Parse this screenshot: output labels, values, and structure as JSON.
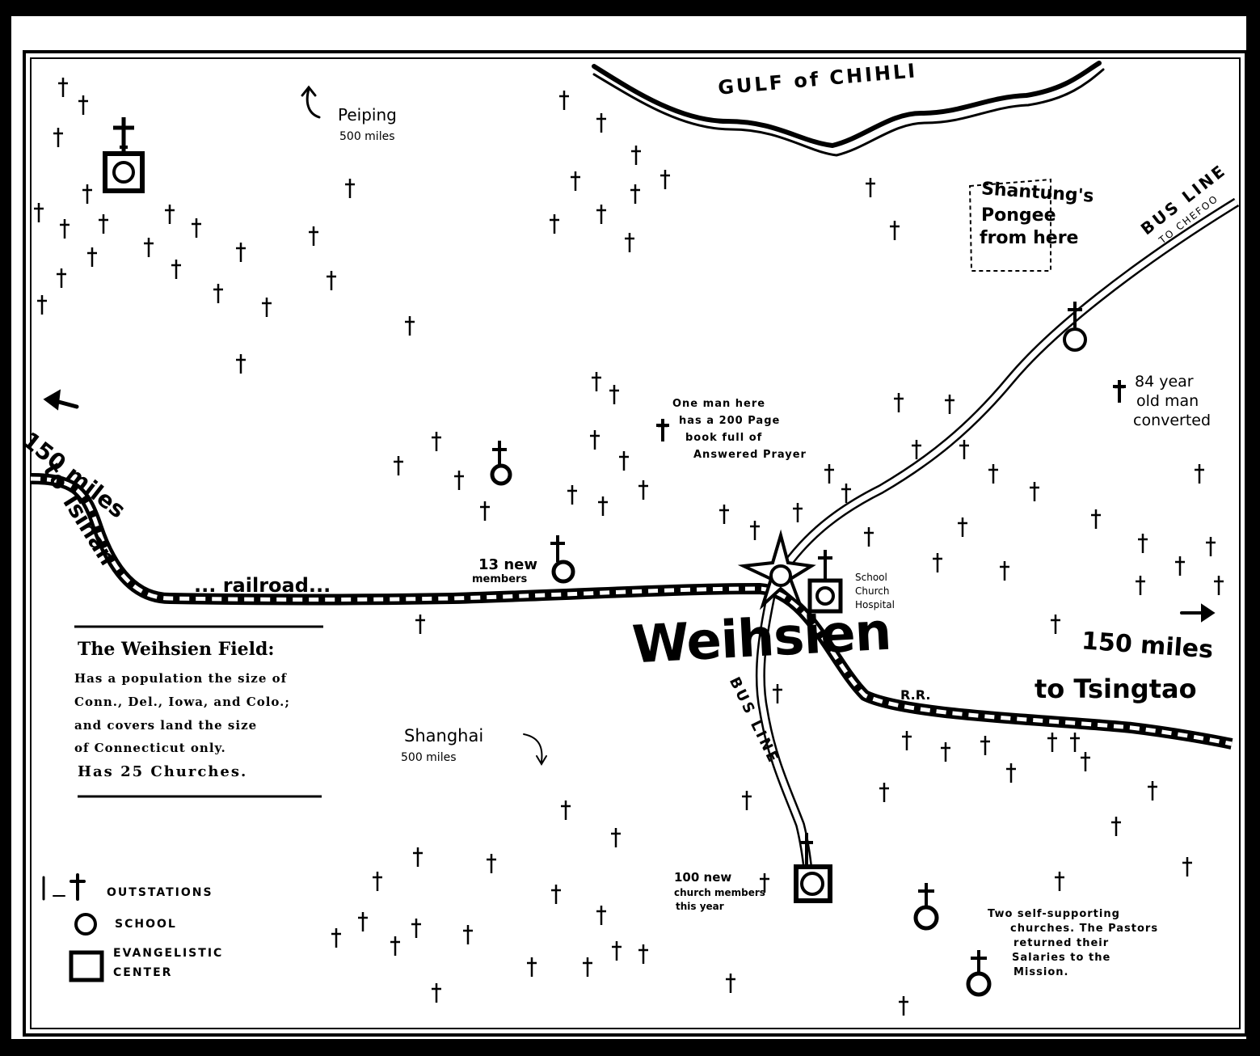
{
  "sea": "GULF of CHIHLI",
  "city": "Weihsien",
  "labels": {
    "peiping_name": "Peiping",
    "peiping_dist": "500 miles",
    "tsinan_miles": "150 miles",
    "tsinan_to": "to Tsinan",
    "railroad": "... railroad...",
    "tsingtao_miles": "150 miles",
    "tsingtao_to": "to Tsingtao",
    "rr": "R.R.",
    "bus_line": "BUS LINE",
    "bus_line_to": "TO CHEFOO",
    "bus_line_south": "BUS LINE",
    "shanghai_name": "Shanghai",
    "shanghai_dist": "500 miles",
    "pongee_1": "Shantung's",
    "pongee_2": "Pongee",
    "pongee_3": "from here",
    "old_man_1": "84 year",
    "old_man_2": "old man",
    "old_man_3": "converted",
    "prayer_1": "One man here",
    "prayer_2": "has a 200 Page",
    "prayer_3": "book full of",
    "prayer_4": "Answered Prayer",
    "new13_1": "13 new",
    "new13_2": "members",
    "school_1": "School",
    "school_2": "Church",
    "school_3": "Hospital",
    "new100_1": "100 new",
    "new100_2": "church members",
    "new100_3": "this year",
    "two_1": "Two self-supporting",
    "two_2": "churches. The Pastors",
    "two_3": "returned their",
    "two_4": "Salaries to the",
    "two_5": "Mission."
  },
  "field_box": {
    "title": "The Weihsien Field:",
    "line1": "Has a population the size of",
    "line2": "Conn., Del., Iowa, and Colo.;",
    "line3": "and covers land the size",
    "line4": "of Connecticut only.",
    "line5": "Has 25 Churches."
  },
  "legend": {
    "outstations": "OUTSTATIONS",
    "school": "SCHOOL",
    "evangelistic_1": "EVANGELISTIC",
    "evangelistic_2": "CENTER"
  }
}
